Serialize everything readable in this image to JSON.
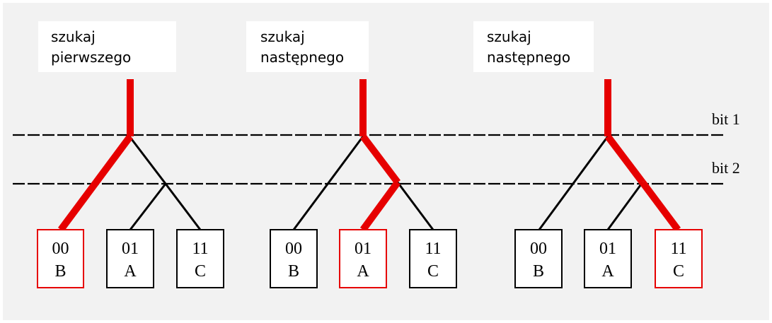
{
  "colors": {
    "background": "#f2f2f2",
    "label_box": "#ffffff",
    "highlight": "#e60000",
    "line": "#000000"
  },
  "bit_labels": [
    "bit 1",
    "bit 2"
  ],
  "trees": [
    {
      "title_lines": [
        "szukaj",
        "pierwszego"
      ],
      "highlighted_leaf": 0,
      "leaves": [
        {
          "code": "00",
          "letter": "B"
        },
        {
          "code": "01",
          "letter": "A"
        },
        {
          "code": "11",
          "letter": "C"
        }
      ]
    },
    {
      "title_lines": [
        "szukaj",
        "następnego"
      ],
      "highlighted_leaf": 1,
      "leaves": [
        {
          "code": "00",
          "letter": "B"
        },
        {
          "code": "01",
          "letter": "A"
        },
        {
          "code": "11",
          "letter": "C"
        }
      ]
    },
    {
      "title_lines": [
        "szukaj",
        "następnego"
      ],
      "highlighted_leaf": 2,
      "leaves": [
        {
          "code": "00",
          "letter": "B"
        },
        {
          "code": "01",
          "letter": "A"
        },
        {
          "code": "11",
          "letter": "C"
        }
      ]
    }
  ]
}
